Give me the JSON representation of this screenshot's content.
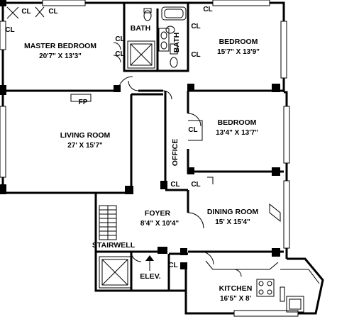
{
  "rooms": {
    "master_bedroom": {
      "name": "MASTER BEDROOM",
      "dims": "20'7\" X 13'3\""
    },
    "bedroom_1": {
      "name": "BEDROOM",
      "dims": "15'7\" X 13'9\""
    },
    "bedroom_2": {
      "name": "BEDROOM",
      "dims": "13'4\" X 13'7\""
    },
    "living_room": {
      "name": "LIVING ROOM",
      "dims": "27' X 15'7\""
    },
    "dining_room": {
      "name": "DINING ROOM",
      "dims": "15' X 15'4\""
    },
    "foyer": {
      "name": "FOYER",
      "dims": "8'4\" X 10'4\""
    },
    "kitchen": {
      "name": "KITCHEN",
      "dims": "16'5\" X 8'"
    },
    "office": {
      "name": "OFFICE"
    },
    "bath": {
      "name": "BATH"
    },
    "stairwell": {
      "name": "STAIRWELL"
    },
    "elevator": {
      "name": "ELEV."
    },
    "fireplace": {
      "name": "FP"
    },
    "closet": {
      "name": "CL"
    }
  }
}
